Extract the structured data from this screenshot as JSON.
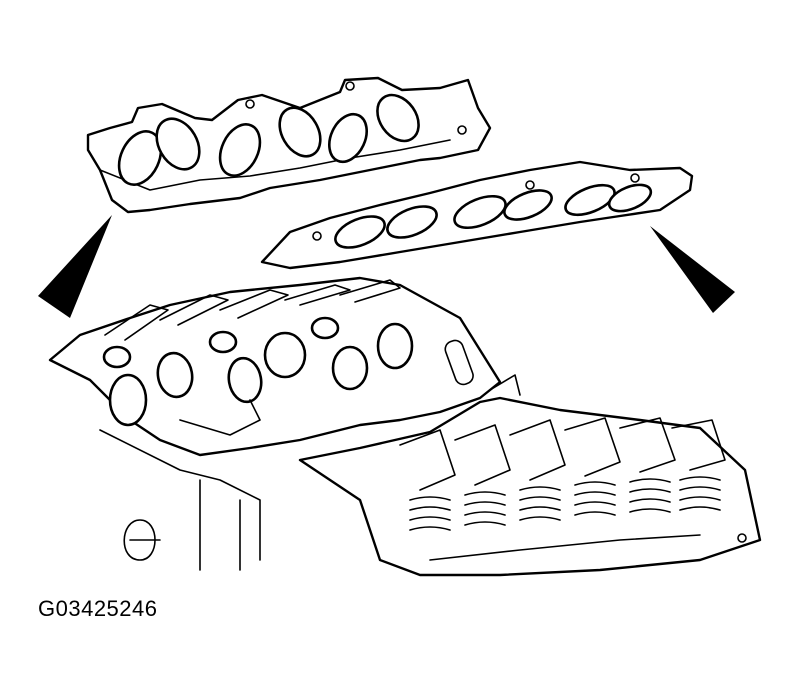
{
  "figure": {
    "label": "G03425246",
    "description": "Intake manifold gaskets positioned above cylinder heads, arrows indicating installation",
    "colors": {
      "line": "#000000",
      "background": "#ffffff"
    },
    "parts": [
      {
        "name": "upper-left-intake-gasket"
      },
      {
        "name": "right-intake-gasket"
      },
      {
        "name": "left-arrow"
      },
      {
        "name": "right-arrow"
      },
      {
        "name": "left-cylinder-head"
      },
      {
        "name": "right-cylinder-head-with-valvetrain"
      }
    ]
  }
}
